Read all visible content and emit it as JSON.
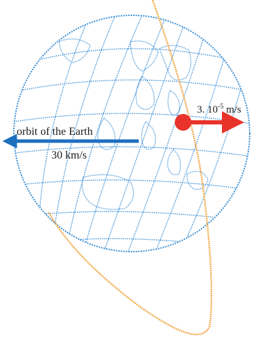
{
  "labels": {
    "earth_orbit": "orbit of the Earth",
    "earth_speed": "30 km/s",
    "sat_speed_prefix": "3. 10",
    "sat_speed_exp": "-5",
    "sat_speed_unit": " m/s"
  },
  "colors": {
    "globe_lines": "#3a8fd6",
    "satellite_orbit": "#f0a33a",
    "earth_arrow": "#1f6fbf",
    "satellite_arrow": "#e8332a",
    "satellite_dot": "#e8332a"
  }
}
